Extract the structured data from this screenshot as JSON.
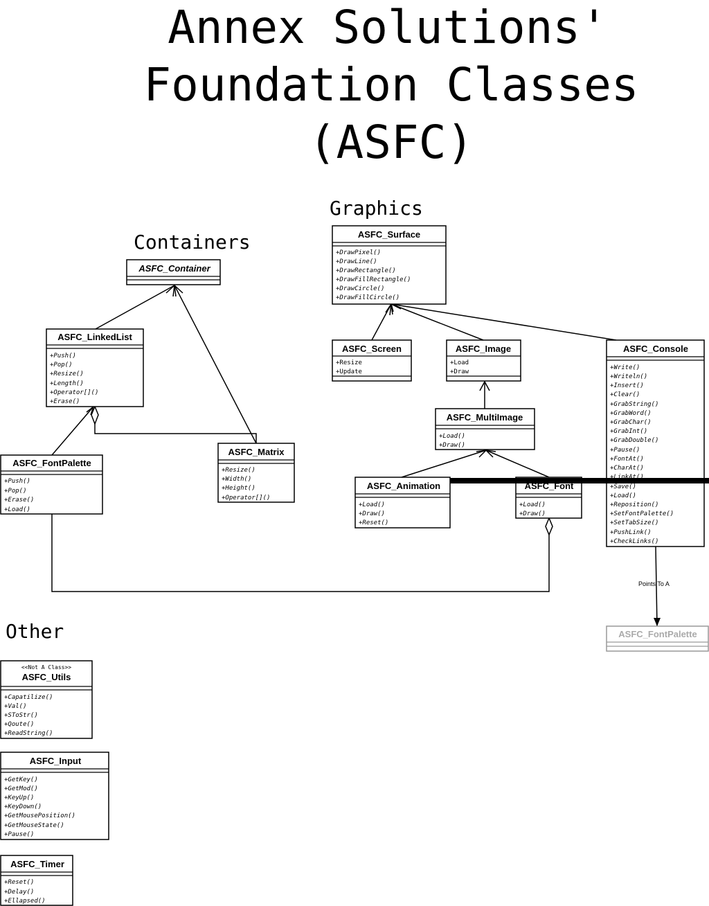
{
  "title": {
    "line1": "Annex Solutions'",
    "line2": "Foundation Classes",
    "line3": "(ASFC)"
  },
  "sections": {
    "graphics": "Graphics",
    "containers": "Containers",
    "other": "Other"
  },
  "classes": {
    "surface": {
      "name": "ASFC_Surface",
      "ops": [
        "+DrawPixel()",
        "+DrawLine()",
        "+DrawRectangle()",
        "+DrawFillRectangle()",
        "+DrawCircle()",
        "+DrawFillCircle()"
      ]
    },
    "container": {
      "name": "ASFC_Container",
      "ops": []
    },
    "linkedlist": {
      "name": "ASFC_LinkedList",
      "ops": [
        "+Push()",
        "+Pop()",
        "+Resize()",
        "+Length()",
        "+Operator[]()",
        "+Erase()"
      ]
    },
    "screen": {
      "name": "ASFC_Screen",
      "ops": [
        "+Resize",
        "+Update"
      ]
    },
    "image": {
      "name": "ASFC_Image",
      "ops": [
        "+Load",
        "+Draw"
      ]
    },
    "console": {
      "name": "ASFC_Console",
      "ops": [
        "+Write()",
        "+Writeln()",
        "+Insert()",
        "+Clear()",
        "+GrabString()",
        "+GrabWord()",
        "+GrabChar()",
        "+GrabInt()",
        "+GrabDouble()",
        "+Pause()",
        "+FontAt()",
        "+CharAt()",
        "+LinkAt()",
        "+Save()",
        "+Load()",
        "+Reposition()",
        "+SetFontPalette()",
        "+SetTabSize()",
        "+PushLink()",
        "+CheckLinks()"
      ]
    },
    "multiimage": {
      "name": "ASFC_MultiImage",
      "ops": [
        "+Load()",
        "+Draw()"
      ]
    },
    "matrix": {
      "name": "ASFC_Matrix",
      "ops": [
        "+Resize()",
        "+Width()",
        "+Height()",
        "+Operator[]()"
      ]
    },
    "fontpalette": {
      "name": "ASFC_FontPalette",
      "ops": [
        "+Push()",
        "+Pop()",
        "+Erase()",
        "+Load()"
      ]
    },
    "animation": {
      "name": "ASFC_Animation",
      "ops": [
        "+Load()",
        "+Draw()",
        "+Reset()"
      ]
    },
    "font": {
      "name": "ASFC_Font",
      "ops": [
        "+Load()",
        "+Draw()"
      ]
    },
    "fontpalette_ref": {
      "name": "ASFC_FontPalette",
      "ops": []
    },
    "utils": {
      "name": "ASFC_Utils",
      "stereotype": "<<Not A Class>>",
      "ops": [
        "+Capatilize()",
        "+Val()",
        "+SToStr()",
        "+Qoute()",
        "+ReadString()"
      ]
    },
    "input": {
      "name": "ASFC_Input",
      "ops": [
        "+GetKey()",
        "+GetMod()",
        "+KeyUp()",
        "+KeyDown()",
        "+GetMousePosition()",
        "+GetMouseState()",
        "+Pause()"
      ]
    },
    "timer": {
      "name": "ASFC_Timer",
      "ops": [
        "+Reset()",
        "+Delay()",
        "+Ellapsed()"
      ]
    }
  },
  "notes": {
    "points_to": "Points To A"
  }
}
